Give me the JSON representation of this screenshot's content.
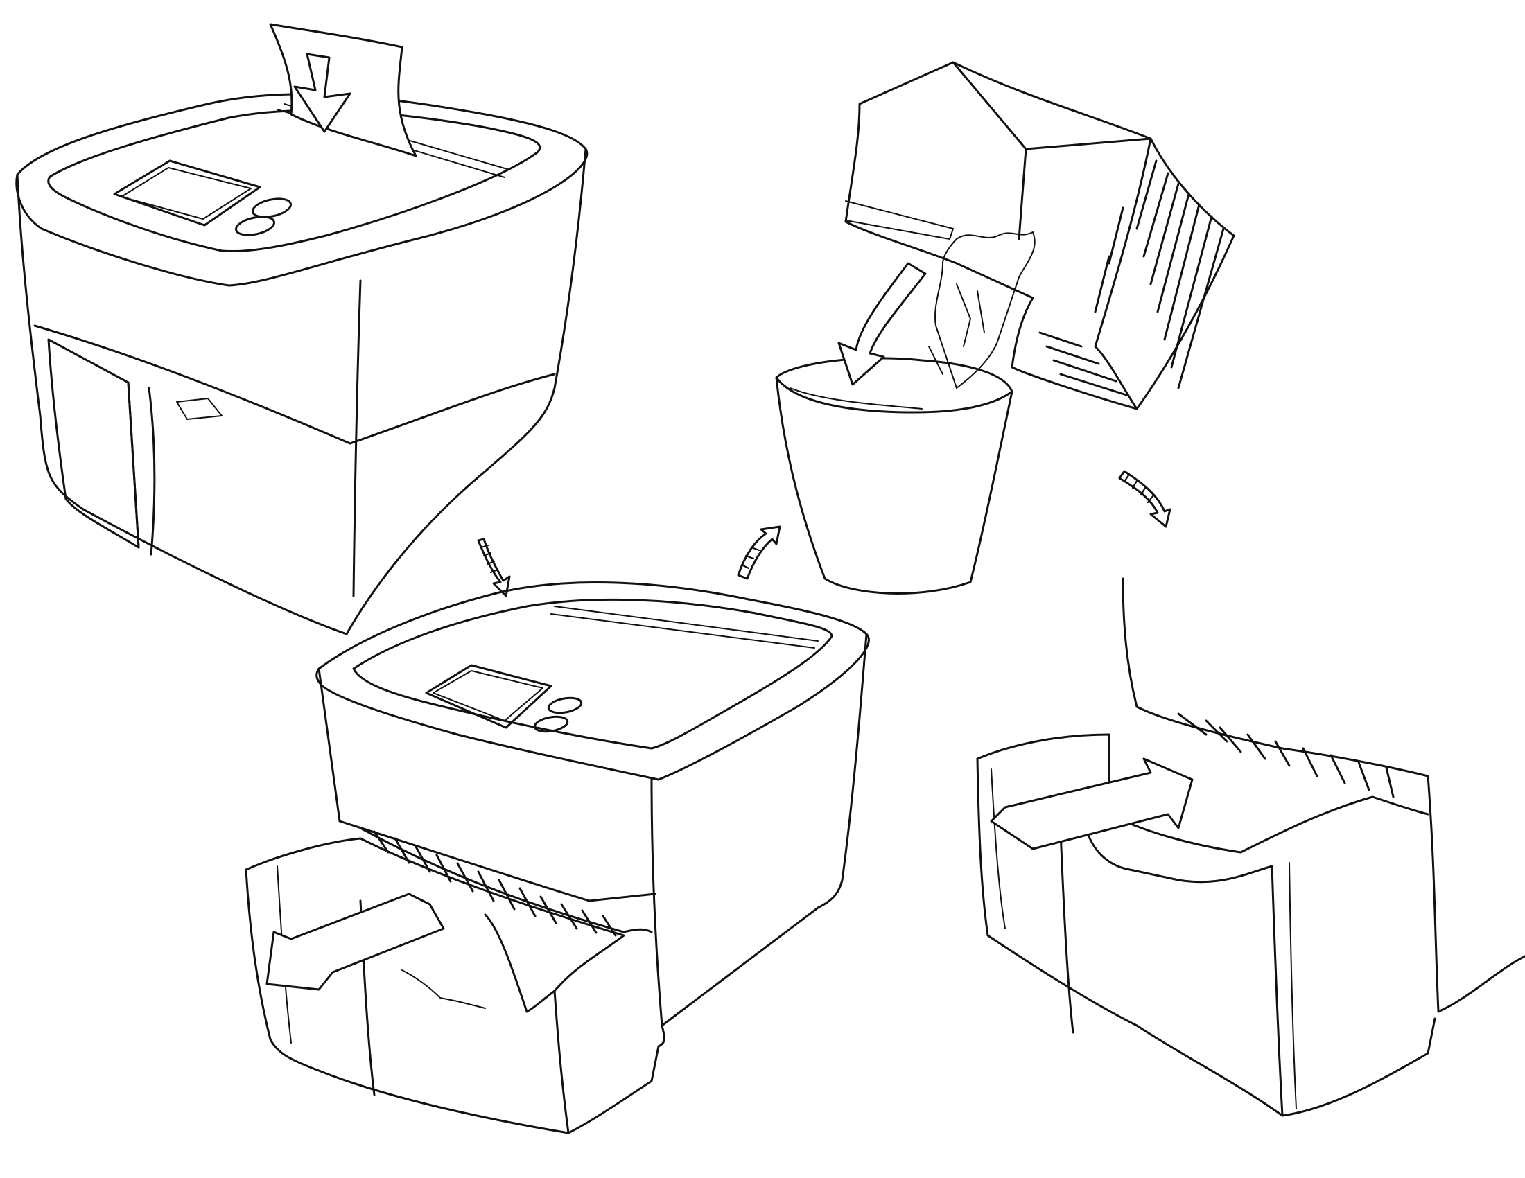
{
  "diagram": {
    "type": "product-sketch-storyboard",
    "text_labels": [],
    "steps": [
      {
        "name": "insert-paper",
        "arrow": "down-into-slot"
      },
      {
        "name": "pull-out-drawer",
        "arrow": "left-out-of-unit"
      },
      {
        "name": "empty-drawer-into-bin",
        "arrow": "curved-down-into-bin"
      },
      {
        "name": "push-drawer-back",
        "arrow": "right-into-unit"
      }
    ],
    "connectors": [
      "shredder-to-open-drawer",
      "open-drawer-to-bin",
      "bin-to-reinsert"
    ],
    "colors": {
      "ink": "#111111",
      "paper": "#ffffff"
    }
  }
}
